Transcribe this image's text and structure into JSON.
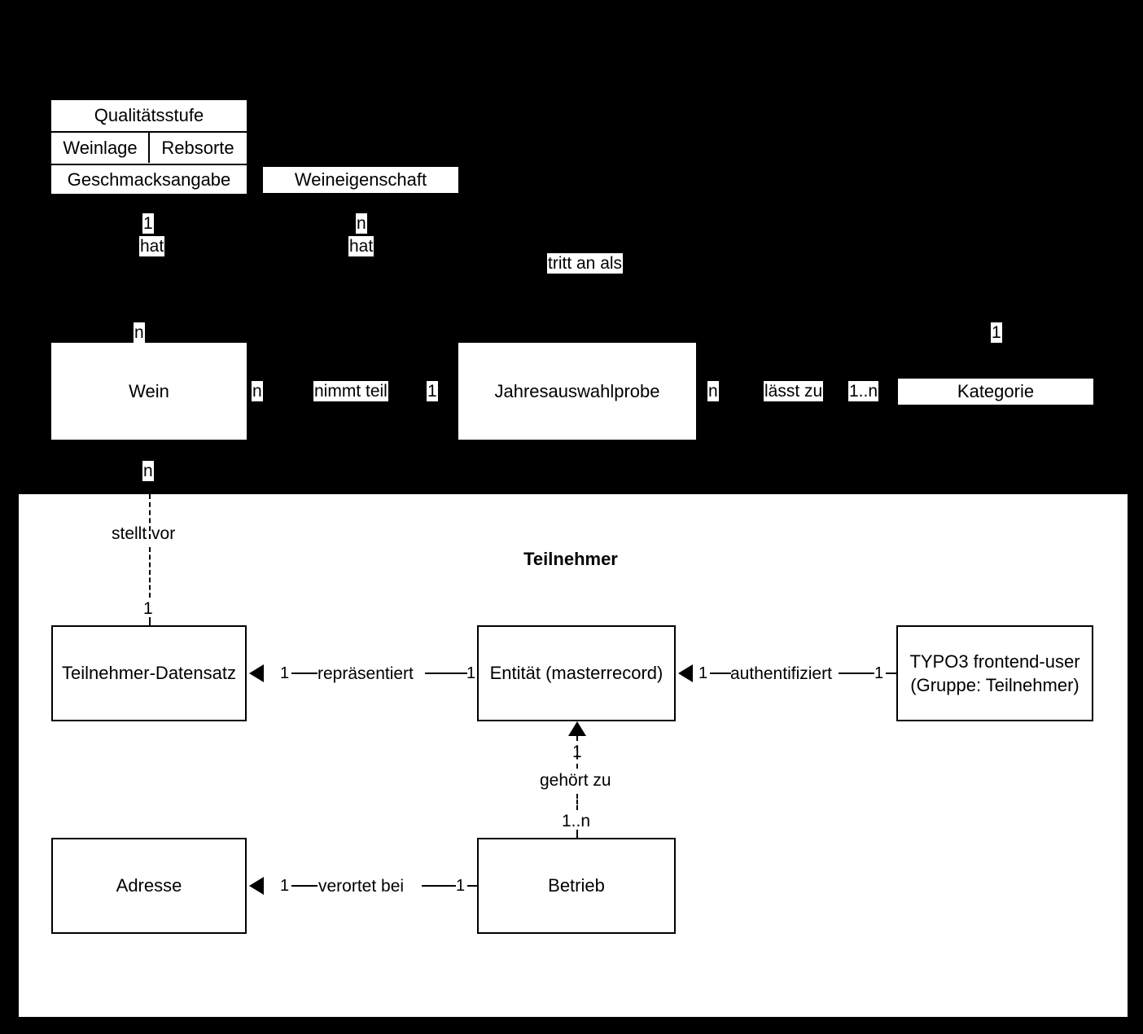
{
  "diagram": {
    "title": "Teilnehmer",
    "background_color": "#000000",
    "panel_color": "#ffffff",
    "entities": {
      "qualitaetsstufe": "Qualitätsstufe",
      "weinlage": "Weinlage",
      "rebsorte": "Rebsorte",
      "geschmacksangabe": "Geschmacksangabe",
      "weineigenschaft": "Weineigenschaft",
      "wein": "Wein",
      "jahresauswahlprobe": "Jahresauswahlprobe",
      "kategorie": "Kategorie",
      "teilnehmer_datensatz": "Teilnehmer-Datensatz",
      "entitaet": "Entität (masterrecord)",
      "typo3_user_line1": "TYPO3 frontend-user",
      "typo3_user_line2": "(Gruppe: Teilnehmer)",
      "adresse": "Adresse",
      "betrieb": "Betrieb"
    },
    "relationships": {
      "hat_qualitaet": "hat",
      "hat_eigenschaft": "hat",
      "tritt_an_als": "tritt an als",
      "nimmt_teil": "nimmt teil",
      "laesst_zu": "lässt zu",
      "stellt_vor": "stellt vor",
      "repraesentiert": "repräsentiert",
      "authentifiziert": "authentifiziert",
      "gehoert_zu": "gehört zu",
      "verortet_bei": "verortet bei"
    },
    "cardinalities": {
      "qs_to_wein_top": "1",
      "wein_from_qs": "n",
      "we_to_wein_top": "n",
      "wein_nimmtteil": "n",
      "jahres_nimmtteil": "1",
      "jahres_laesstzu": "n",
      "kategorie_laesstzu": "1..n",
      "kategorie_top": "1",
      "wein_stelltvor": "n",
      "tn_datensatz_stelltvor": "1",
      "tn_repraesentiert": "1",
      "entitaet_repraesentiert": "1",
      "entitaet_authentifiziert": "1",
      "typo3_authentifiziert": "1",
      "entitaet_gehoertzu": "1",
      "betrieb_gehoertzu": "1..n",
      "adresse_verortet": "1",
      "betrieb_verortet": "1"
    }
  }
}
